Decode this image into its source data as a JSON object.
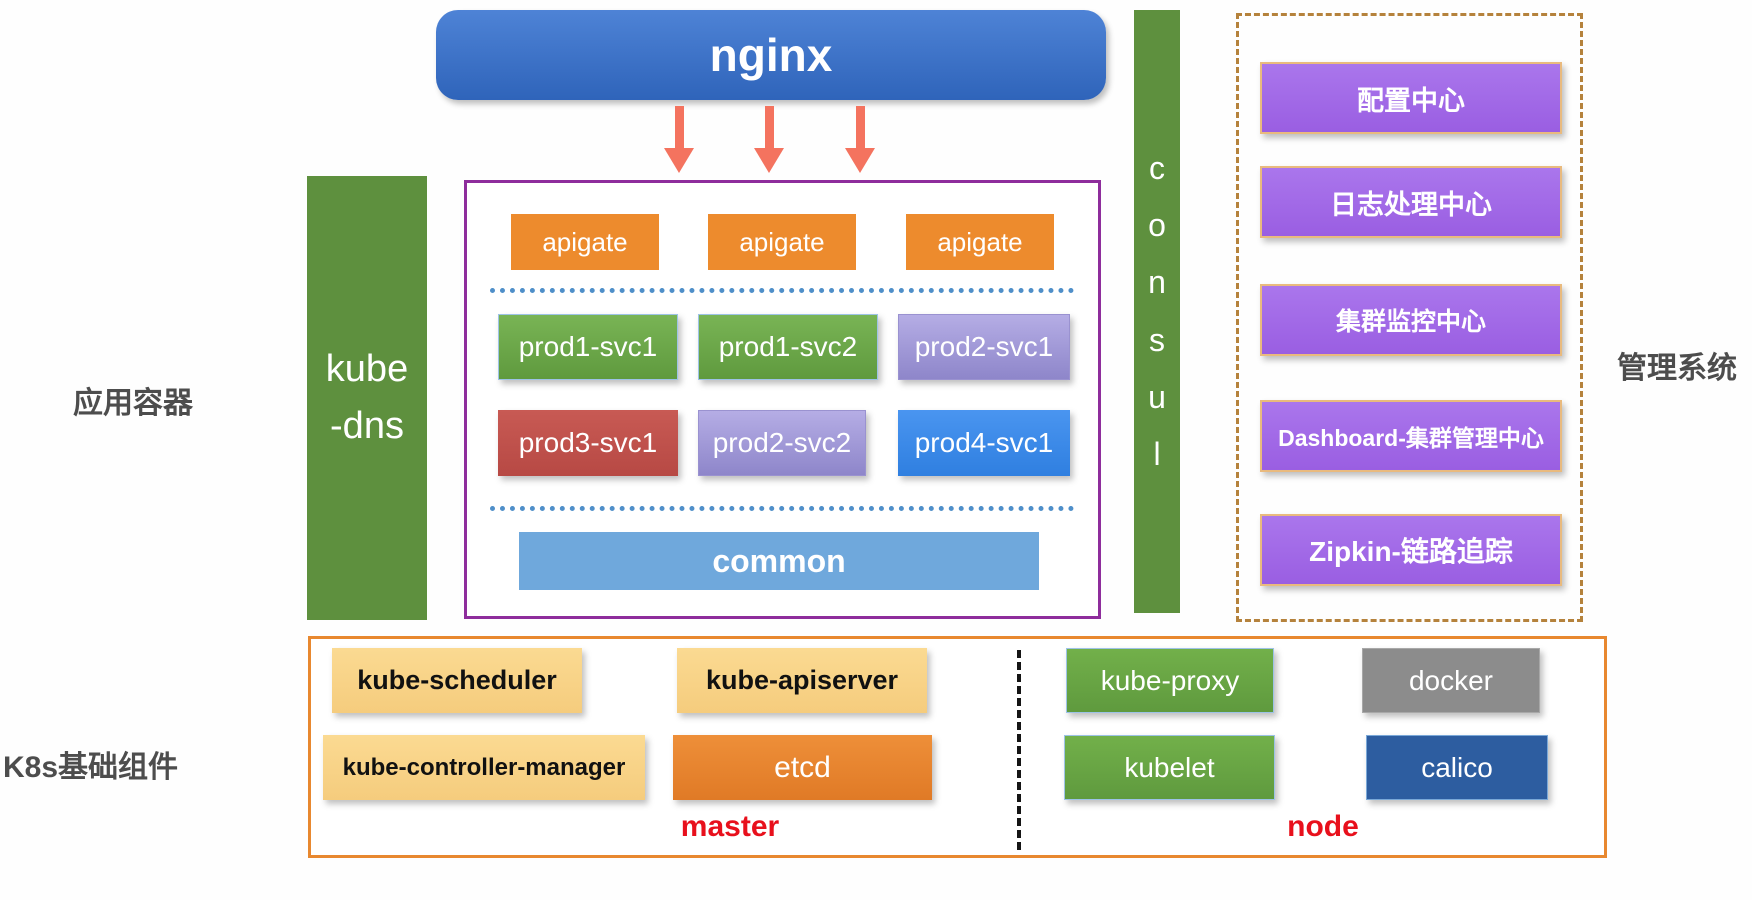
{
  "side_labels": {
    "app_container": "应用容器",
    "k8s_components": "K8s基础组件",
    "management_system": "管理系统"
  },
  "nginx": {
    "label": "nginx"
  },
  "kube_dns": {
    "line1": "kube",
    "line2": "-dns"
  },
  "consul": {
    "letters": [
      "c",
      "o",
      "n",
      "s",
      "u",
      "l"
    ]
  },
  "app_box": {
    "apigates": [
      {
        "label": "apigate"
      },
      {
        "label": "apigate"
      },
      {
        "label": "apigate"
      }
    ],
    "prod_row1": [
      {
        "label": "prod1-svc1",
        "variant": "green"
      },
      {
        "label": "prod1-svc2",
        "variant": "green"
      },
      {
        "label": "prod2-svc1",
        "variant": "violet"
      }
    ],
    "prod_row2": [
      {
        "label": "prod3-svc1",
        "variant": "red"
      },
      {
        "label": "prod2-svc2",
        "variant": "violet"
      },
      {
        "label": "prod4-svc1",
        "variant": "blue"
      }
    ],
    "common_label": "common"
  },
  "management_box": {
    "items": [
      {
        "label": "配置中心"
      },
      {
        "label": "日志处理中心"
      },
      {
        "label": "集群监控中心"
      },
      {
        "label": "Dashboard-集群管理中心"
      },
      {
        "label": "Zipkin-链路追踪"
      }
    ]
  },
  "k8s_box": {
    "master": {
      "row1": [
        {
          "label": "kube-scheduler"
        },
        {
          "label": "kube-apiserver"
        }
      ],
      "row2": [
        {
          "label": "kube-controller-manager"
        },
        {
          "label": "etcd"
        }
      ],
      "caption": "master"
    },
    "node": {
      "row1": [
        {
          "label": "kube-proxy"
        },
        {
          "label": "docker"
        }
      ],
      "row2": [
        {
          "label": "kubelet"
        },
        {
          "label": "calico"
        }
      ],
      "caption": "node"
    }
  },
  "colors": {
    "nginx_blue": "#3a6fc4",
    "bar_green": "#5e903e",
    "app_border_purple": "#8e2d9c",
    "apigate_orange": "#ed8b2d",
    "prod_green": "#6aa84f",
    "prod_violet": "#a49add",
    "prod_red": "#c0504d",
    "prod_blue": "#3c8ceb",
    "common_blue": "#6fa8dc",
    "mgmt_purple": "#a16ae6",
    "mgmt_dash_border": "#b5823c",
    "k8s_border_orange": "#e8882f",
    "tan_box": "#f8d489",
    "etcd_orange": "#e8832d",
    "docker_gray": "#8c8c8c",
    "calico_blue": "#2d5da0",
    "arrow_salmon": "#f4735f",
    "caption_red": "#e8101c",
    "label_gray": "#4d4d4d",
    "dotted_sep_blue": "#4f8fc9"
  }
}
